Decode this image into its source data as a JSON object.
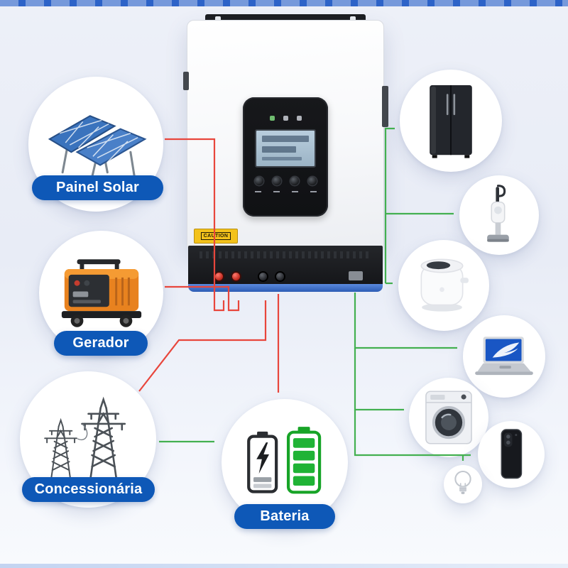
{
  "diagram": {
    "sources": [
      {
        "id": "solar-panel",
        "label": "Painel Solar"
      },
      {
        "id": "generator",
        "label": "Gerador"
      },
      {
        "id": "utility-grid",
        "label": "Concessionária"
      }
    ],
    "storage": {
      "id": "battery",
      "label": "Bateria"
    },
    "loads": [
      {
        "id": "refrigerator"
      },
      {
        "id": "vacuum-cleaner"
      },
      {
        "id": "air-fryer"
      },
      {
        "id": "laptop"
      },
      {
        "id": "washing-machine"
      },
      {
        "id": "smartphone"
      },
      {
        "id": "light-bulb"
      }
    ]
  },
  "inverter": {
    "caution_text": "CAUTION"
  },
  "colors": {
    "source_line": "#e8463c",
    "load_line": "#43b050",
    "label_pill": "#0e58b7",
    "label_text": "#ffffff",
    "top_bar": "#2d63c8"
  }
}
